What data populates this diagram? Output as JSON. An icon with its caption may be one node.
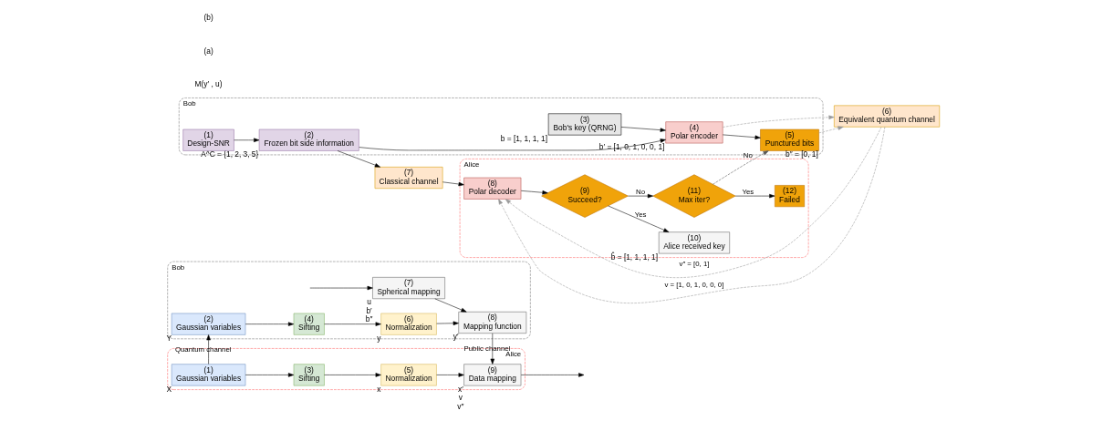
{
  "diagram": {
    "nodes": [
      {
        "text": [
          "Alice"
        ]
      },
      {
        "text": [
          "(1)",
          "Gaussian variables"
        ],
        "in": 0,
        "beside": [
          "X"
        ]
      },
      {
        "text": [
          "(3)",
          "Sifting"
        ],
        "in": 0
      },
      {
        "text": [
          "(5)",
          "Normalization"
        ],
        "in": 0,
        "beside": [
          "x"
        ]
      },
      {
        "text": [
          "(9)",
          "Data mapping"
        ],
        "in": 0,
        "beside": [
          "x′",
          "v",
          "v″"
        ]
      },
      {
        "text": [
          "Bob"
        ]
      },
      {
        "text": [
          "(2)",
          "Gaussian variables"
        ],
        "in": 5,
        "beside": [
          "Y"
        ]
      },
      {
        "text": [
          "(4)",
          "Sifting"
        ],
        "in": 5
      },
      {
        "text": [
          "(6)",
          "Normalization"
        ],
        "in": 5,
        "beside": [
          "y"
        ]
      },
      {
        "text": [
          "(8)",
          "Mapping function"
        ],
        "in": 5,
        "beside": [
          "y′"
        ]
      },
      {
        "text": [
          "(7)",
          "Spherical mapping"
        ],
        "in": 5,
        "beside": [
          "u",
          "b′",
          "b″"
        ]
      },
      {
        "text": [
          "Alice"
        ]
      },
      {
        "text": [
          "(8)",
          "Polar decoder"
        ],
        "in": 11
      },
      {
        "text": [
          "(9)",
          "Succeed?"
        ],
        "in": 11
      },
      {
        "text": [
          "(10)",
          "Alice received key"
        ],
        "in": 11,
        "beside": [
          "b̂ = [1, 1, 1, 1]"
        ]
      },
      {
        "text": [
          "(11)",
          "Max iter?"
        ],
        "in": 11
      },
      {
        "text": [
          "(12)",
          "Failed"
        ],
        "in": 11
      },
      {
        "text": [
          "(6)",
          "Equivalent quantum channel"
        ]
      },
      {
        "text": [
          "(7)",
          "Classical channel"
        ]
      },
      {
        "text": [
          "Bob"
        ]
      },
      {
        "text": [
          "(5)",
          "Punctured bits"
        ],
        "in": 19,
        "beside": [
          "b″ = [0, 1]"
        ]
      },
      {
        "text": [
          "(4)",
          "Polar encoder"
        ],
        "in": 19,
        "beside": [
          "b′ = [1, 0, 1, 0, 0, 1]"
        ]
      },
      {
        "text": [
          "(2)",
          "Frozen bit side information"
        ],
        "in": 19,
        "beside": [
          "A^C = {1, 2, 3, 5}"
        ]
      },
      {
        "text": [
          "(3)",
          "Bob's key (QRNG)"
        ],
        "in": 19,
        "beside": [
          "b = [1, 1, 1, 1]"
        ]
      },
      {
        "text": [
          "(1)",
          "Design-SNR"
        ],
        "in": 19
      }
    ],
    "edges": [
      {
        "from": 1,
        "to": 2,
        "arrow": "to"
      },
      {
        "from": 2,
        "to": 3,
        "arrow": "to"
      },
      {
        "from": 3,
        "to": 4,
        "arrow": "to"
      },
      {
        "from": 4,
        "to": null,
        "arrow": "to"
      },
      {
        "from": 1,
        "to": 6,
        "arrow": "to",
        "label": "Quantum channel"
      },
      {
        "from": 6,
        "to": 7,
        "arrow": "to"
      },
      {
        "from": 7,
        "to": 8,
        "arrow": "to"
      },
      {
        "from": 8,
        "to": 9,
        "arrow": "to"
      },
      {
        "from": 10,
        "to": 9,
        "arrow": "to"
      },
      {
        "from": null,
        "to": 10,
        "arrow": "to"
      },
      {
        "from": 9,
        "to": 4,
        "arrow": "to",
        "label": "Public channel"
      },
      {
        "from": 24,
        "to": 22,
        "arrow": "to"
      },
      {
        "from": 23,
        "to": 21,
        "arrow": "to"
      },
      {
        "from": 22,
        "to": 21,
        "arrow": "to"
      },
      {
        "from": 21,
        "to": 20,
        "arrow": "to"
      },
      {
        "from": 22,
        "to": 18,
        "arrow": "to"
      },
      {
        "from": 18,
        "to": 12,
        "arrow": "to"
      },
      {
        "from": 20,
        "to": 17,
        "arrow": "to",
        "style": "dashed",
        "color": "#999999"
      },
      {
        "from": 21,
        "to": 17,
        "arrow": "to",
        "style": "dashed",
        "color": "#999999"
      },
      {
        "from": 17,
        "to": 12,
        "arrow": "to",
        "style": "dashed",
        "color": "#999999",
        "label": "v″ = [0, 1]"
      },
      {
        "from": 17,
        "to": 12,
        "arrow": "to",
        "style": "dashed",
        "color": "#999999",
        "label": "v = [1, 0, 1, 0, 0, 0]"
      },
      {
        "from": 12,
        "to": 13,
        "arrow": "to"
      },
      {
        "from": 13,
        "to": 14,
        "arrow": "to",
        "label": "Yes"
      },
      {
        "from": 13,
        "to": 15,
        "arrow": "to",
        "label": "No"
      },
      {
        "from": 15,
        "to": 16,
        "arrow": "to",
        "label": "Yes"
      },
      {
        "from": 15,
        "to": 20,
        "arrow": "to",
        "style": "dashed",
        "color": "#555555",
        "label": "No"
      }
    ],
    "labels": [
      "M(y′ , u)",
      "(a)",
      "(b)"
    ]
  }
}
